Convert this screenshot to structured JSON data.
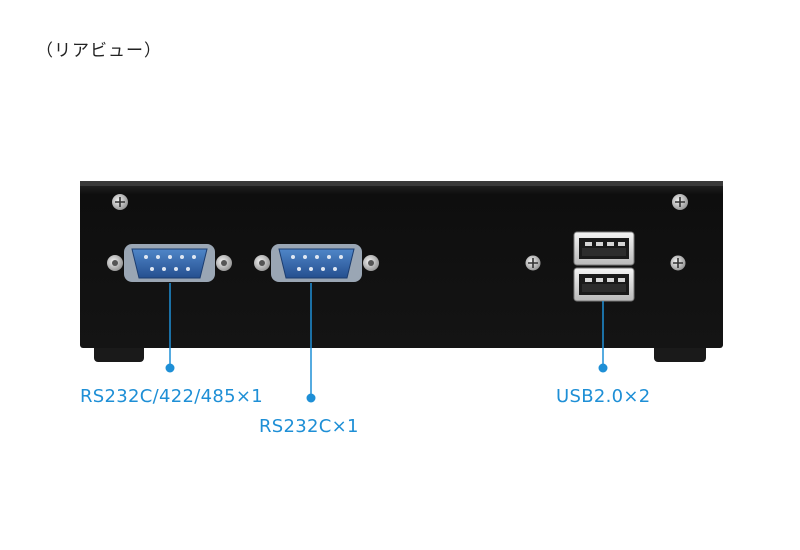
{
  "view_title": "（リアビュー）",
  "callouts": {
    "serial_multi": "RS232C/422/485×1",
    "serial_rs232": "RS232C×1",
    "usb": "USB2.0×2"
  },
  "colors": {
    "accent": "#1e8fd6",
    "chassis": "#111111",
    "connector": "#2d5fa3"
  }
}
